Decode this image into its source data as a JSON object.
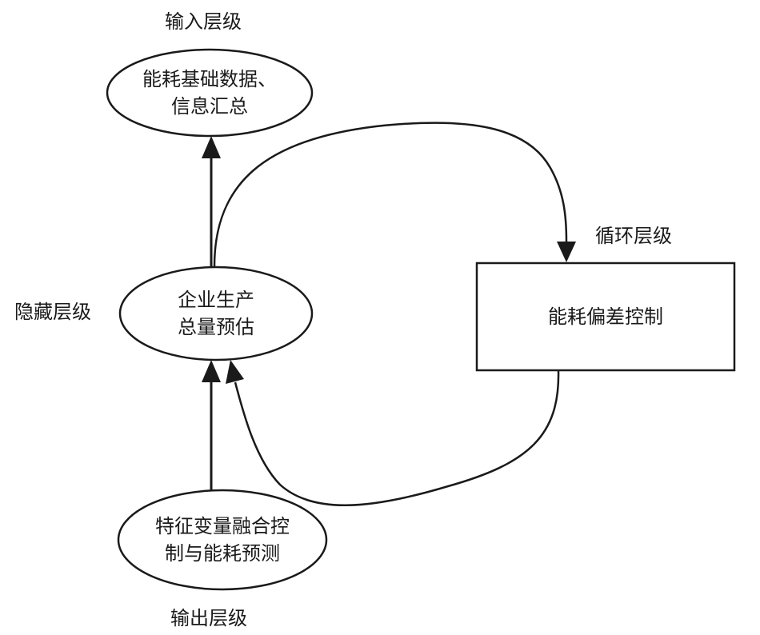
{
  "layers": {
    "input": "输入层级",
    "hidden": "隐藏层级",
    "loop": "循环层级",
    "output": "输出层级"
  },
  "nodes": {
    "input_node": [
      "能耗基础数据、",
      "信息汇总"
    ],
    "hidden_node": [
      "企业生产",
      "总量预估"
    ],
    "loop_node": "能耗偏差控制",
    "output_node": [
      "特征变量融合控",
      "制与能耗预测"
    ]
  }
}
